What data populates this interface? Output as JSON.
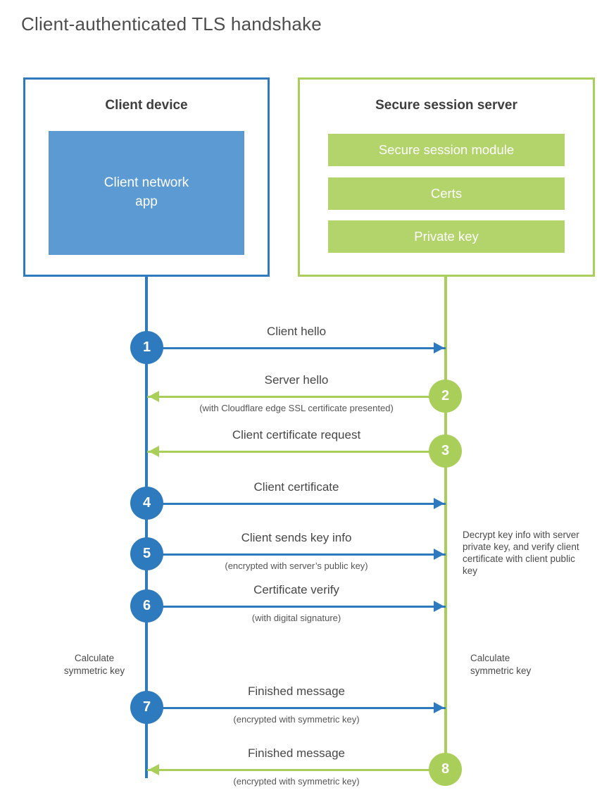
{
  "title": "Client-authenticated TLS handshake",
  "client": {
    "box_title": "Client device",
    "app_label": "Client network app"
  },
  "server": {
    "box_title": "Secure session server",
    "modules": [
      "Secure session module",
      "Certs",
      "Private key"
    ]
  },
  "steps": [
    {
      "number": "1",
      "direction": "right",
      "label": "Client hello",
      "subtext": ""
    },
    {
      "number": "2",
      "direction": "left",
      "label": "Server hello",
      "subtext": "(with Cloudflare edge SSL certificate presented)"
    },
    {
      "number": "3",
      "direction": "left",
      "label": "Client certificate request",
      "subtext": ""
    },
    {
      "number": "4",
      "direction": "right",
      "label": "Client certificate",
      "subtext": ""
    },
    {
      "number": "5",
      "direction": "right",
      "label": "Client sends key info",
      "subtext": "(encrypted with server’s public key)"
    },
    {
      "number": "6",
      "direction": "right",
      "label": "Certificate verify",
      "subtext": "(with digital signature)"
    },
    {
      "number": "7",
      "direction": "right",
      "label": "Finished message",
      "subtext": "(encrypted with symmetric key)"
    },
    {
      "number": "8",
      "direction": "left",
      "label": "Finished message",
      "subtext": "(encrypted with symmetric key)"
    }
  ],
  "annotations": {
    "decrypt_note": "Decrypt key info with server private key, and verify client certificate with client public key",
    "calculate_left": "Calculate symmetric key",
    "calculate_right": "Calculate symmetric key"
  },
  "colors": {
    "blue": "#2e7abf",
    "blue_fill": "#5b9ad2",
    "green": "#a9cf5a",
    "green_fill": "#b3d46b",
    "text": "#4a4a4a"
  }
}
